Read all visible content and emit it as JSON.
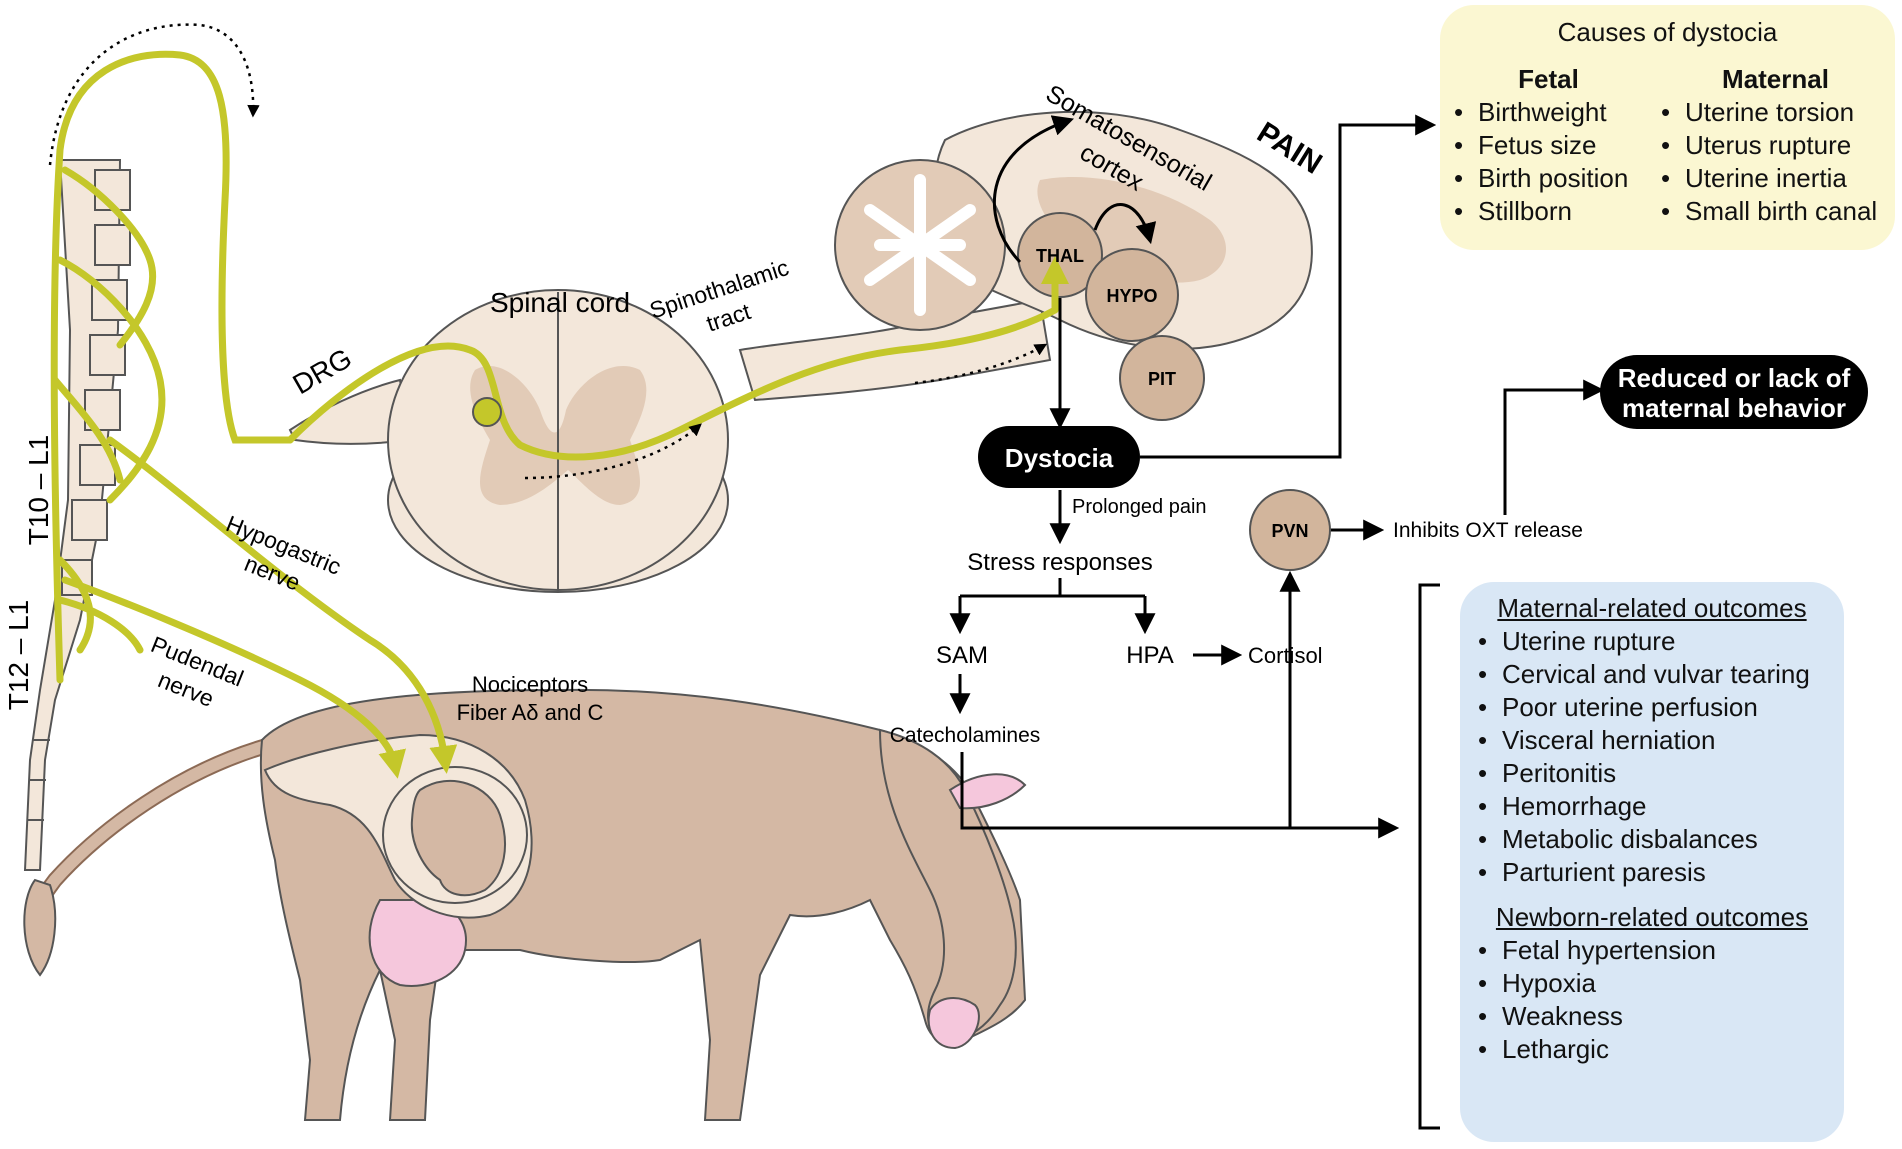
{
  "labels": {
    "pain": "PAIN",
    "somatosensorial_cortex": "Somatosensorial\ncortex",
    "thal": "THAL",
    "hypo": "HYPO",
    "pit": "PIT",
    "spinothalamic_tract": "Spinothalamic\ntract",
    "spinal_cord": "Spinal cord",
    "drg": "DRG",
    "t10_l1": "T10 – L1",
    "t12_l1": "T12 – L1",
    "hypogastric_nerve": "Hypogastric\nnerve",
    "pudendal_nerve": "Pudendal\nnerve",
    "nociceptors": "Nociceptors\nFiber Aδ and C",
    "dystocia": "Dystocia",
    "prolonged_pain": "Prolonged pain",
    "stress_responses": "Stress responses",
    "sam": "SAM",
    "hpa": "HPA",
    "cortisol": "Cortisol",
    "catecholamines": "Catecholamines",
    "pvn": "PVN",
    "inhibits_oxt": "Inhibits OXT release",
    "reduced_behavior": "Reduced or lack of\nmaternal behavior"
  },
  "causes": {
    "title": "Causes of dystocia",
    "fetal": {
      "header": "Fetal",
      "items": [
        "Birthweight",
        "Fetus size",
        "Birth position",
        "Stillborn"
      ]
    },
    "maternal": {
      "header": "Maternal",
      "items": [
        "Uterine torsion",
        "Uterus rupture",
        "Uterine inertia",
        "Small birth canal"
      ]
    }
  },
  "outcomes": {
    "maternal": {
      "header": "Maternal-related outcomes",
      "items": [
        "Uterine rupture",
        "Cervical and vulvar tearing",
        "Poor uterine perfusion",
        "Visceral herniation",
        "Peritonitis",
        "Hemorrhage",
        "Metabolic disbalances",
        "Parturient paresis"
      ]
    },
    "newborn": {
      "header": "Newborn-related outcomes",
      "items": [
        "Fetal hypertension",
        "Hypoxia",
        "Weakness",
        "Lethargic"
      ]
    }
  },
  "colors": {
    "nerve": "#c4c72a",
    "cow": "#d4b8a4",
    "tissue": "#f3e7da",
    "grey_matter": "#e2cbb7",
    "node": "#d2b59c",
    "udder": "#f5c7dc",
    "causes_bg": "#fbf7d2",
    "outcomes_bg": "#d9e7f5"
  }
}
